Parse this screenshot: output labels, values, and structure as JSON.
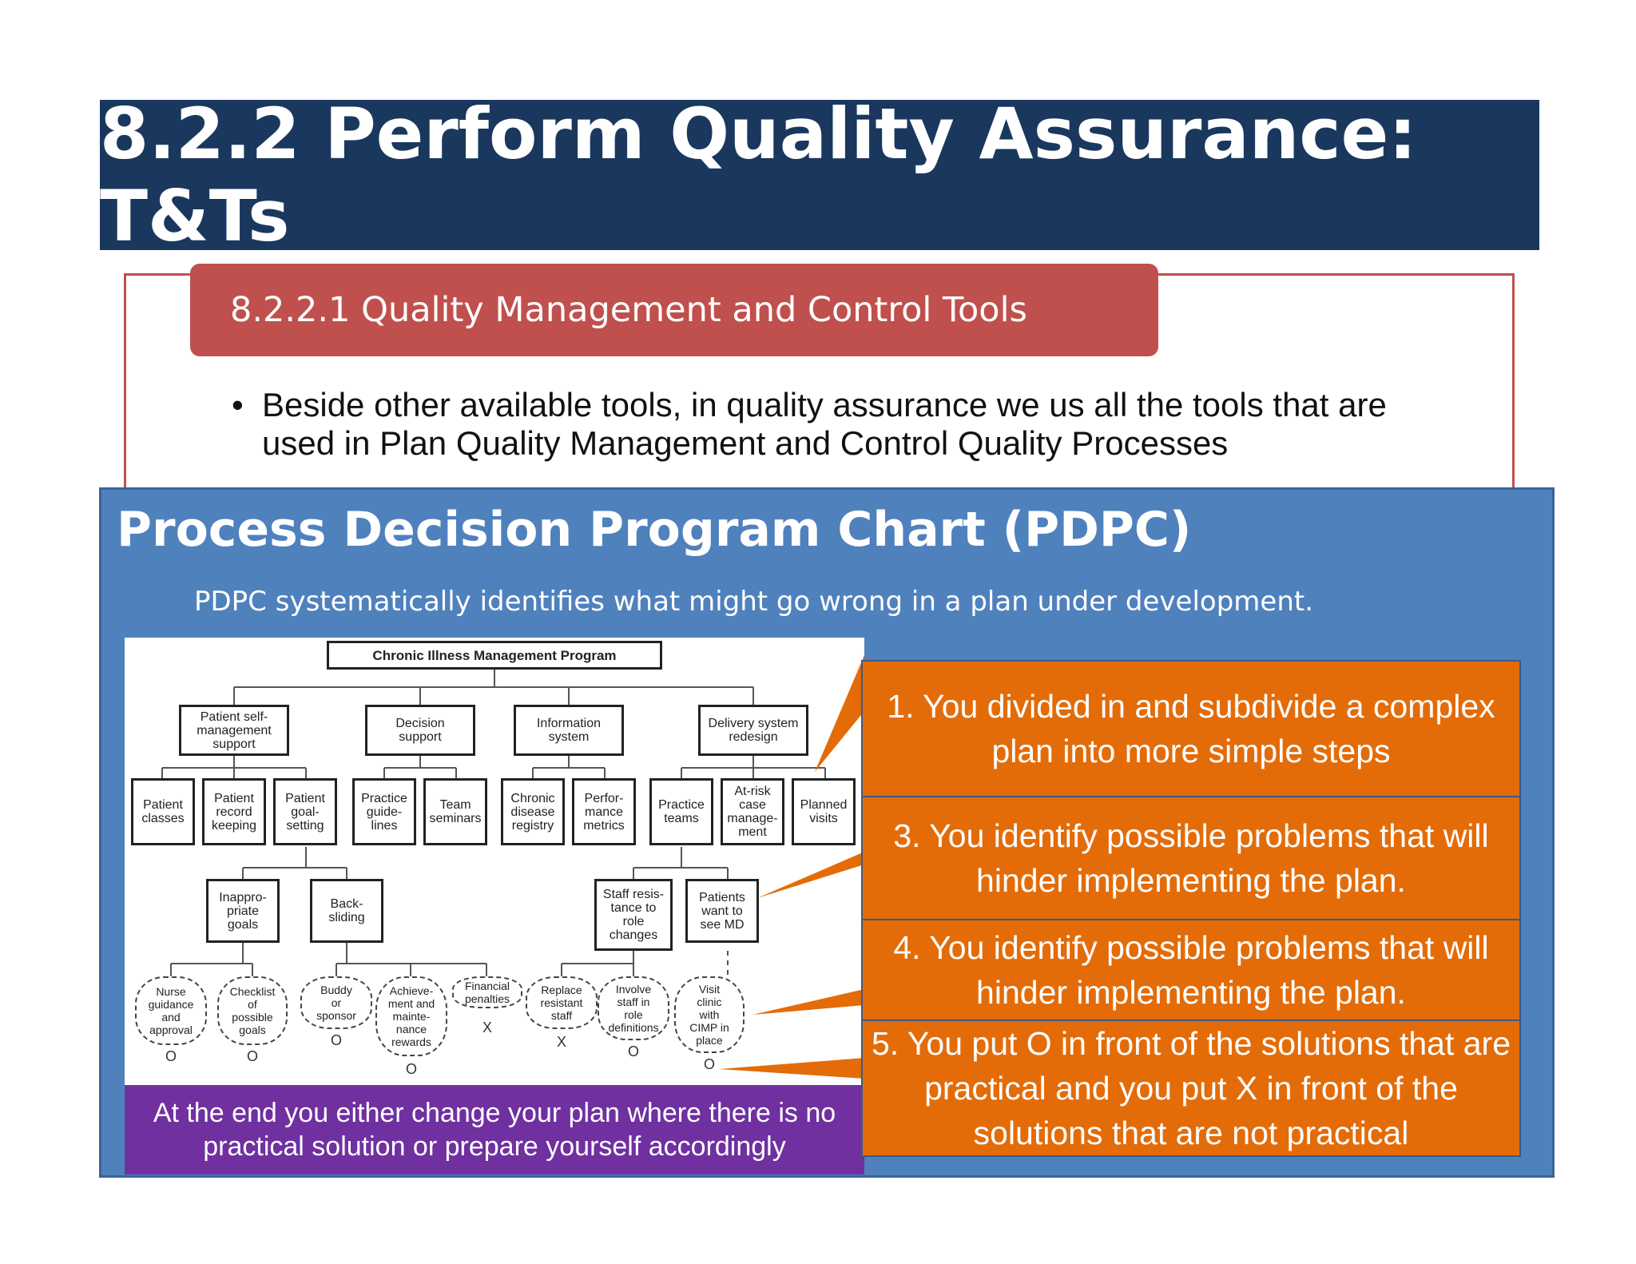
{
  "slide": {
    "title": "8.2.2 Perform Quality Assurance: T&Ts",
    "subheading": "8.2.2.1 Quality Management and Control Tools",
    "bullet": "Beside other available tools, in quality assurance we us all the tools that are used in Plan Quality Management and Control Quality Processes"
  },
  "pdpc": {
    "title": "Process Decision Program Chart (PDPC)",
    "subtitle": "PDPC systematically identifies what might go wrong in a plan under development."
  },
  "diagram": {
    "root": "Chronic Illness Management Program",
    "level1": [
      "Patient self-\nmanagement\nsupport",
      "Decision\nsupport",
      "Information\nsystem",
      "Delivery system\nredesign"
    ],
    "level2": [
      "Patient\nclasses",
      "Patient\nrecord\nkeeping",
      "Patient\ngoal-\nsetting",
      "Practice\nguide-\nlines",
      "Team\nseminars",
      "Chronic\ndisease\nregistry",
      "Perfor-\nmance\nmetrics",
      "Practice\nteams",
      "At-risk\ncase\nmanage-\nment",
      "Planned\nvisits"
    ],
    "problems": [
      "Inappro-\npriate\ngoals",
      "Back-\nsliding",
      "Staff resis-\ntance to\nrole\nchanges",
      "Patients\nwant to\nsee MD"
    ],
    "solutions": [
      "Nurse\nguidance\nand\napproval",
      "Checklist\nof\npossible\ngoals",
      "Buddy\nor\nsponsor",
      "Achieve-\nment and\nmainte-\nnance\nrewards",
      "Financial\npenalties",
      "Replace\nresistant\nstaff",
      "Involve\nstaff in\nrole\ndefinitions",
      "Visit\nclinic\nwith\nCIMP in\nplace"
    ],
    "marks": [
      "O",
      "O",
      "O",
      "O",
      "X",
      "X",
      "O",
      "O"
    ]
  },
  "footer_note": "At the end you either change your plan where there is no practical solution or prepare yourself accordingly",
  "callouts": [
    "1. You divided in and subdivide a complex plan into more simple steps",
    "3. You identify possible problems that will hinder implementing  the plan.",
    "4. You identify possible problems that will hinder implementing  the plan.",
    "5. You put O in front of the solutions that are practical and you put X in front of the solutions that are not practical"
  ],
  "colors": {
    "title_bg": "#1a385e",
    "subhead_bg": "#c0504d",
    "panel_bg": "#4f81bd",
    "callout_bg": "#e36c09",
    "note_bg": "#7030a0"
  }
}
